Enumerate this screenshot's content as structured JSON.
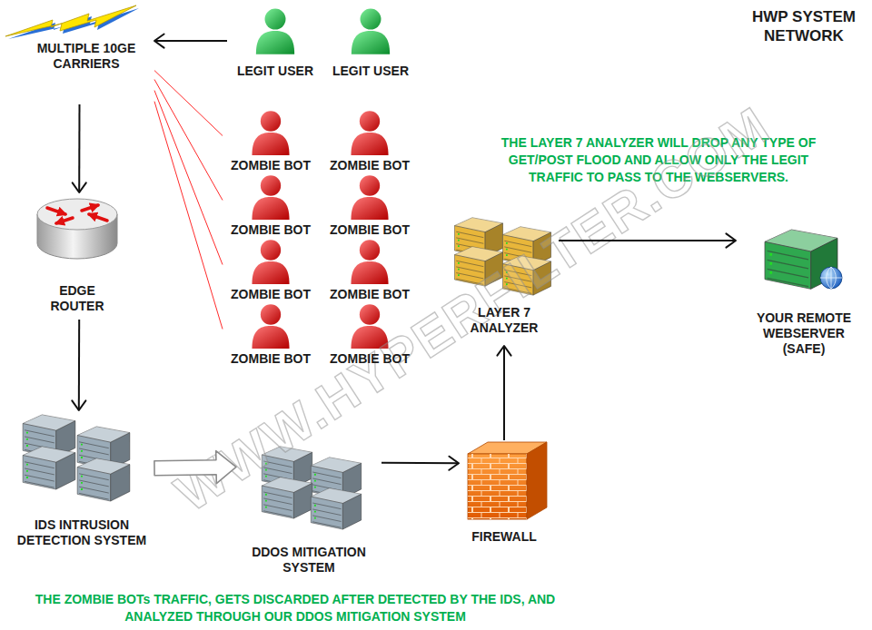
{
  "diagram": {
    "title": "HWP SYSTEM NETWORK",
    "nodes": [
      {
        "text": [
          "MULTIPLE 10GE CARRIERS"
        ]
      },
      {
        "text": [
          "LEGIT USER"
        ]
      },
      {
        "text": [
          "LEGIT USER"
        ]
      },
      {
        "text": [
          "ZOMBIE BOT"
        ]
      },
      {
        "text": [
          "ZOMBIE BOT"
        ]
      },
      {
        "text": [
          "ZOMBIE BOT"
        ]
      },
      {
        "text": [
          "ZOMBIE BOT"
        ]
      },
      {
        "text": [
          "ZOMBIE BOT"
        ]
      },
      {
        "text": [
          "ZOMBIE BOT"
        ]
      },
      {
        "text": [
          "ZOMBIE BOT"
        ]
      },
      {
        "text": [
          "ZOMBIE BOT"
        ]
      },
      {
        "text": [
          "EDGE ROUTER"
        ]
      },
      {
        "text": [
          "IDS INTRUSION DETECTION SYSTEM"
        ]
      },
      {
        "text": [
          "DDOS MITIGATION SYSTEM"
        ]
      },
      {
        "text": [
          "FIREWALL"
        ]
      },
      {
        "text": [
          "LAYER 7 ANALYZER"
        ]
      },
      {
        "text": [
          "YOUR REMOTE WEBSERVER (SAFE)"
        ]
      }
    ],
    "edges": [
      {
        "from": 1,
        "to": 0,
        "arrow": "to"
      },
      {
        "from": 0,
        "to": 3,
        "arrow": "none"
      },
      {
        "from": 0,
        "to": 5,
        "arrow": "none"
      },
      {
        "from": 0,
        "to": 7,
        "arrow": "none"
      },
      {
        "from": 0,
        "to": 9,
        "arrow": "none"
      },
      {
        "from": 0,
        "to": 11,
        "arrow": "to"
      },
      {
        "from": 11,
        "to": 12,
        "arrow": "to"
      },
      {
        "from": 12,
        "to": 13,
        "arrow": "to"
      },
      {
        "from": 13,
        "to": 14,
        "arrow": "to"
      },
      {
        "from": 14,
        "to": 15,
        "arrow": "to"
      },
      {
        "from": 15,
        "to": 16,
        "arrow": "to"
      }
    ],
    "labels": [
      "THE LAYER 7 ANALYZER WILL DROP ANY TYPE OF GET/POST FLOOD AND ALLOW ONLY THE LEGIT TRAFFIC TO PASS TO THE WEBSERVERS.",
      "THE ZOMBIE BOTs TRAFFIC, GETS DISCARDED AFTER DETECTED BY THE IDS, AND ANALYZED THROUGH OUR DDOS MITIGATION SYSTEM",
      "WWW.HYPERFILTER.COM"
    ]
  }
}
